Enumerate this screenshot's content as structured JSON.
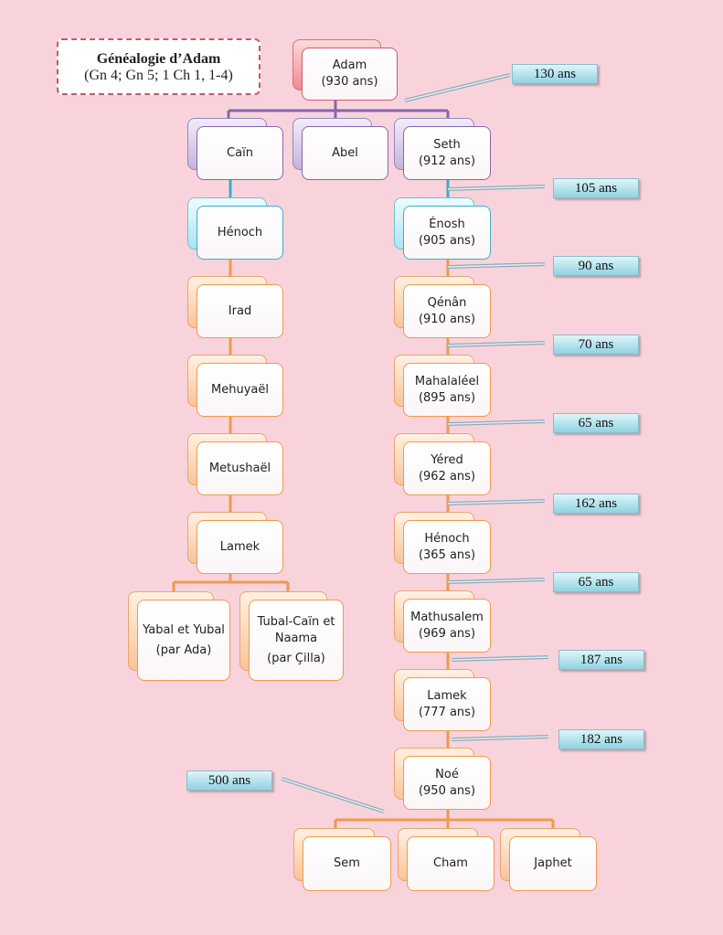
{
  "title": {
    "heading": "Généalogie d’Adam",
    "refs": "(Gn 4; Gn 5; 1 Ch 1, 1-4)"
  },
  "nodes": [
    {
      "id": "adam",
      "name": "Adam",
      "sub": "(930 ans)",
      "color": "red"
    },
    {
      "id": "cain",
      "name": "Caïn",
      "color": "purple"
    },
    {
      "id": "abel",
      "name": "Abel",
      "color": "purple"
    },
    {
      "id": "seth",
      "name": "Seth",
      "sub": "(912 ans)",
      "color": "purple"
    },
    {
      "id": "henoch1",
      "name": "Hénoch",
      "color": "cyan"
    },
    {
      "id": "irad",
      "name": "Irad",
      "color": "orange"
    },
    {
      "id": "mehuyael",
      "name": "Mehuyaël",
      "color": "orange"
    },
    {
      "id": "metushael",
      "name": "Metushaël",
      "color": "orange"
    },
    {
      "id": "lamek1",
      "name": "Lamek",
      "color": "orange"
    },
    {
      "id": "yabal",
      "name": "Yabal et Yubal",
      "sub": "(par Ada)",
      "color": "orange"
    },
    {
      "id": "tubal",
      "name": "Tubal-Caïn et Naama",
      "sub": "(par Çilla)",
      "color": "orange"
    },
    {
      "id": "enosh",
      "name": "Énosh",
      "sub": "(905 ans)",
      "color": "cyan"
    },
    {
      "id": "qenan",
      "name": "Qénân",
      "sub": "(910 ans)",
      "color": "orange"
    },
    {
      "id": "mahalaleel",
      "name": "Mahalaléel",
      "sub": "(895 ans)",
      "color": "orange"
    },
    {
      "id": "yered",
      "name": "Yéred",
      "sub": "(962 ans)",
      "color": "orange"
    },
    {
      "id": "henoch2",
      "name": "Hénoch",
      "sub": "(365 ans)",
      "color": "orange"
    },
    {
      "id": "mathusalem",
      "name": "Mathusalem",
      "sub": "(969 ans)",
      "color": "orange"
    },
    {
      "id": "lamek2",
      "name": "Lamek",
      "sub": "(777 ans)",
      "color": "orange"
    },
    {
      "id": "noe",
      "name": "Noé",
      "sub": "(950 ans)",
      "color": "orange"
    },
    {
      "id": "sem",
      "name": "Sem",
      "color": "orange"
    },
    {
      "id": "cham",
      "name": "Cham",
      "color": "orange"
    },
    {
      "id": "japhet",
      "name": "Japhet",
      "color": "orange"
    }
  ],
  "ages": [
    {
      "id": "a130",
      "label": "130 ans"
    },
    {
      "id": "a105",
      "label": "105 ans"
    },
    {
      "id": "a90",
      "label": "90 ans"
    },
    {
      "id": "a70",
      "label": "70 ans"
    },
    {
      "id": "a65a",
      "label": "65 ans"
    },
    {
      "id": "a162",
      "label": "162 ans"
    },
    {
      "id": "a65b",
      "label": "65 ans"
    },
    {
      "id": "a187",
      "label": "187 ans"
    },
    {
      "id": "a182",
      "label": "182 ans"
    },
    {
      "id": "a500",
      "label": "500 ans"
    }
  ],
  "colors": {
    "purple": "#8666ad",
    "cyan": "#3fa9c6",
    "orange": "#ef9a4a",
    "pointer": "#a9c3d0"
  }
}
